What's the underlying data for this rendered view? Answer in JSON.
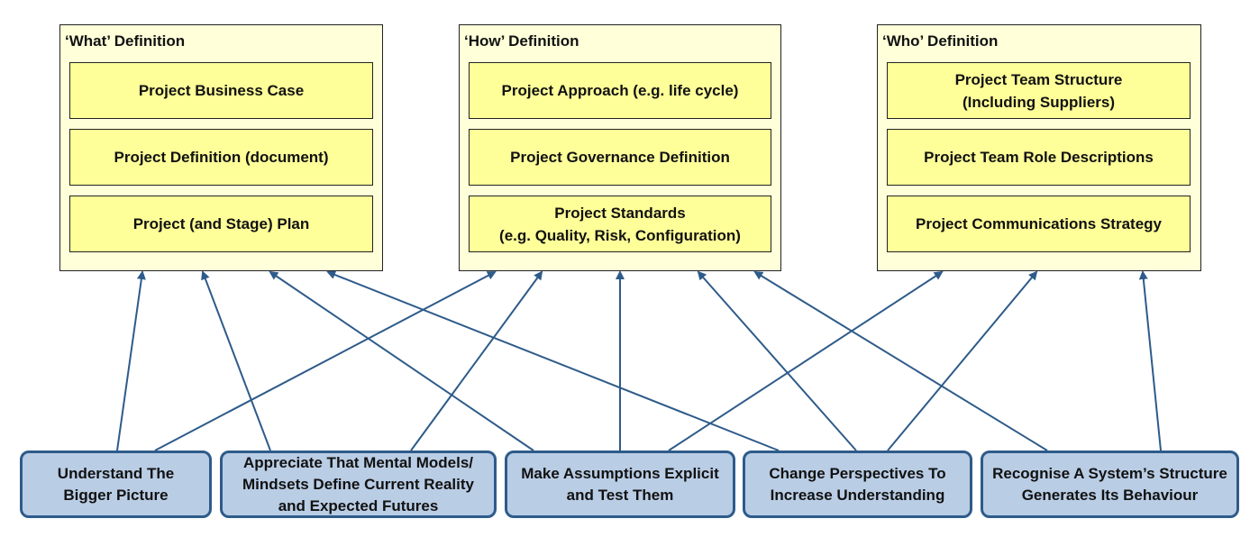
{
  "groups": [
    {
      "title": "‘What’ Definition",
      "items": [
        "Project Business Case",
        "Project Definition (document)",
        "Project (and Stage) Plan"
      ]
    },
    {
      "title": "‘How’ Definition",
      "items": [
        "Project Approach (e.g. life cycle)",
        "Project Governance Definition",
        "Project Standards\n(e.g. Quality, Risk, Configuration)"
      ]
    },
    {
      "title": "‘Who’ Definition",
      "items": [
        "Project Team Structure\n(Including Suppliers)",
        "Project Team Role Descriptions",
        "Project Communications Strategy"
      ]
    }
  ],
  "principles": [
    "Understand The\nBigger Picture",
    "Appreciate That Mental Models/\nMindsets Define Current Reality\nand Expected Futures",
    "Make Assumptions Explicit\nand Test Them",
    "Change Perspectives To\nIncrease Understanding",
    "Recognise A System’s Structure\nGenerates Its Behaviour"
  ],
  "colors": {
    "group_fill": "#ffffd9",
    "item_fill": "#ffff99",
    "principle_fill": "#b9cde5",
    "principle_border": "#2e5b8a",
    "arrow": "#2e5b8a"
  }
}
